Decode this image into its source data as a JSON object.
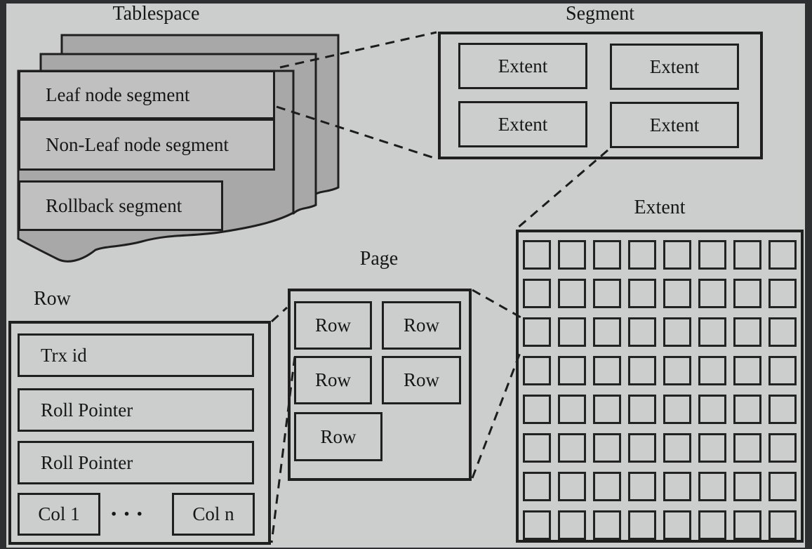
{
  "colors": {
    "background": "#cccecd",
    "frame": "#2e2f31",
    "sheet_fill": "#a8a8a8",
    "sheet_box_fill": "#c0c0c0",
    "line": "#1f1f1f",
    "text": "#161616"
  },
  "diagram": {
    "tablespace": {
      "label": "Tablespace",
      "sheet_count": 3,
      "segments": [
        "Leaf node segment",
        "Non-Leaf node segment",
        "Rollback segment"
      ]
    },
    "segment": {
      "label": "Segment",
      "extents": [
        "Extent",
        "Extent",
        "Extent",
        "Extent"
      ]
    },
    "extent": {
      "label": "Extent",
      "grid": {
        "rows": 8,
        "cols": 8
      }
    },
    "page": {
      "label": "Page",
      "row_cells": [
        "Row",
        "Row",
        "Row",
        "Row",
        "Row"
      ]
    },
    "row": {
      "label": "Row",
      "fields": [
        "Trx id",
        "Roll Pointer",
        "Roll Pointer"
      ],
      "columns": {
        "first": "Col 1",
        "ellipsis": "···",
        "last": "Col n"
      }
    }
  }
}
